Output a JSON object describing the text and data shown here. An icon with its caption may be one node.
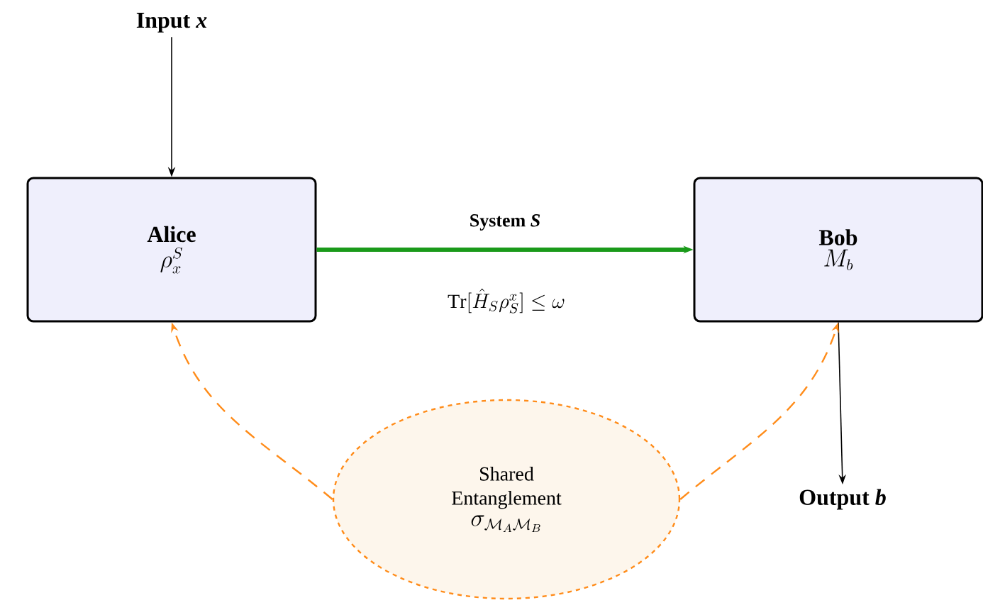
{
  "diagram": {
    "nodes": [
      {
        "text": [
          "Input *x*"
        ]
      },
      {
        "text": [
          "Alice",
          "\\rho_x^S"
        ]
      },
      {
        "text": [
          "Bob",
          "M_b"
        ]
      },
      {
        "text": [
          "Output *b*"
        ]
      },
      {
        "text": [
          "Shared Entanglement",
          "\\sigma_{\\mathcal{M}_A\\mathcal{M}_B}"
        ]
      }
    ],
    "edges": [
      {
        "from": 0,
        "to": 1,
        "arrow": "to"
      },
      {
        "from": 1,
        "to": 2,
        "arrow": "to",
        "label": "System *S*",
        "style": "thick",
        "color": "#1a9a1a"
      },
      {
        "from": 2,
        "to": 3,
        "arrow": "to"
      },
      {
        "from": 4,
        "to": 1,
        "arrow": "to",
        "style": "dashed",
        "color": "#ff8c1a"
      },
      {
        "from": 4,
        "to": 2,
        "arrow": "to",
        "style": "dashed",
        "color": "#ff8c1a"
      }
    ],
    "labels": [
      "\\mathrm{Tr}[\\hat{H}_S\\rho_S^x]\\leq\\omega"
    ]
  }
}
